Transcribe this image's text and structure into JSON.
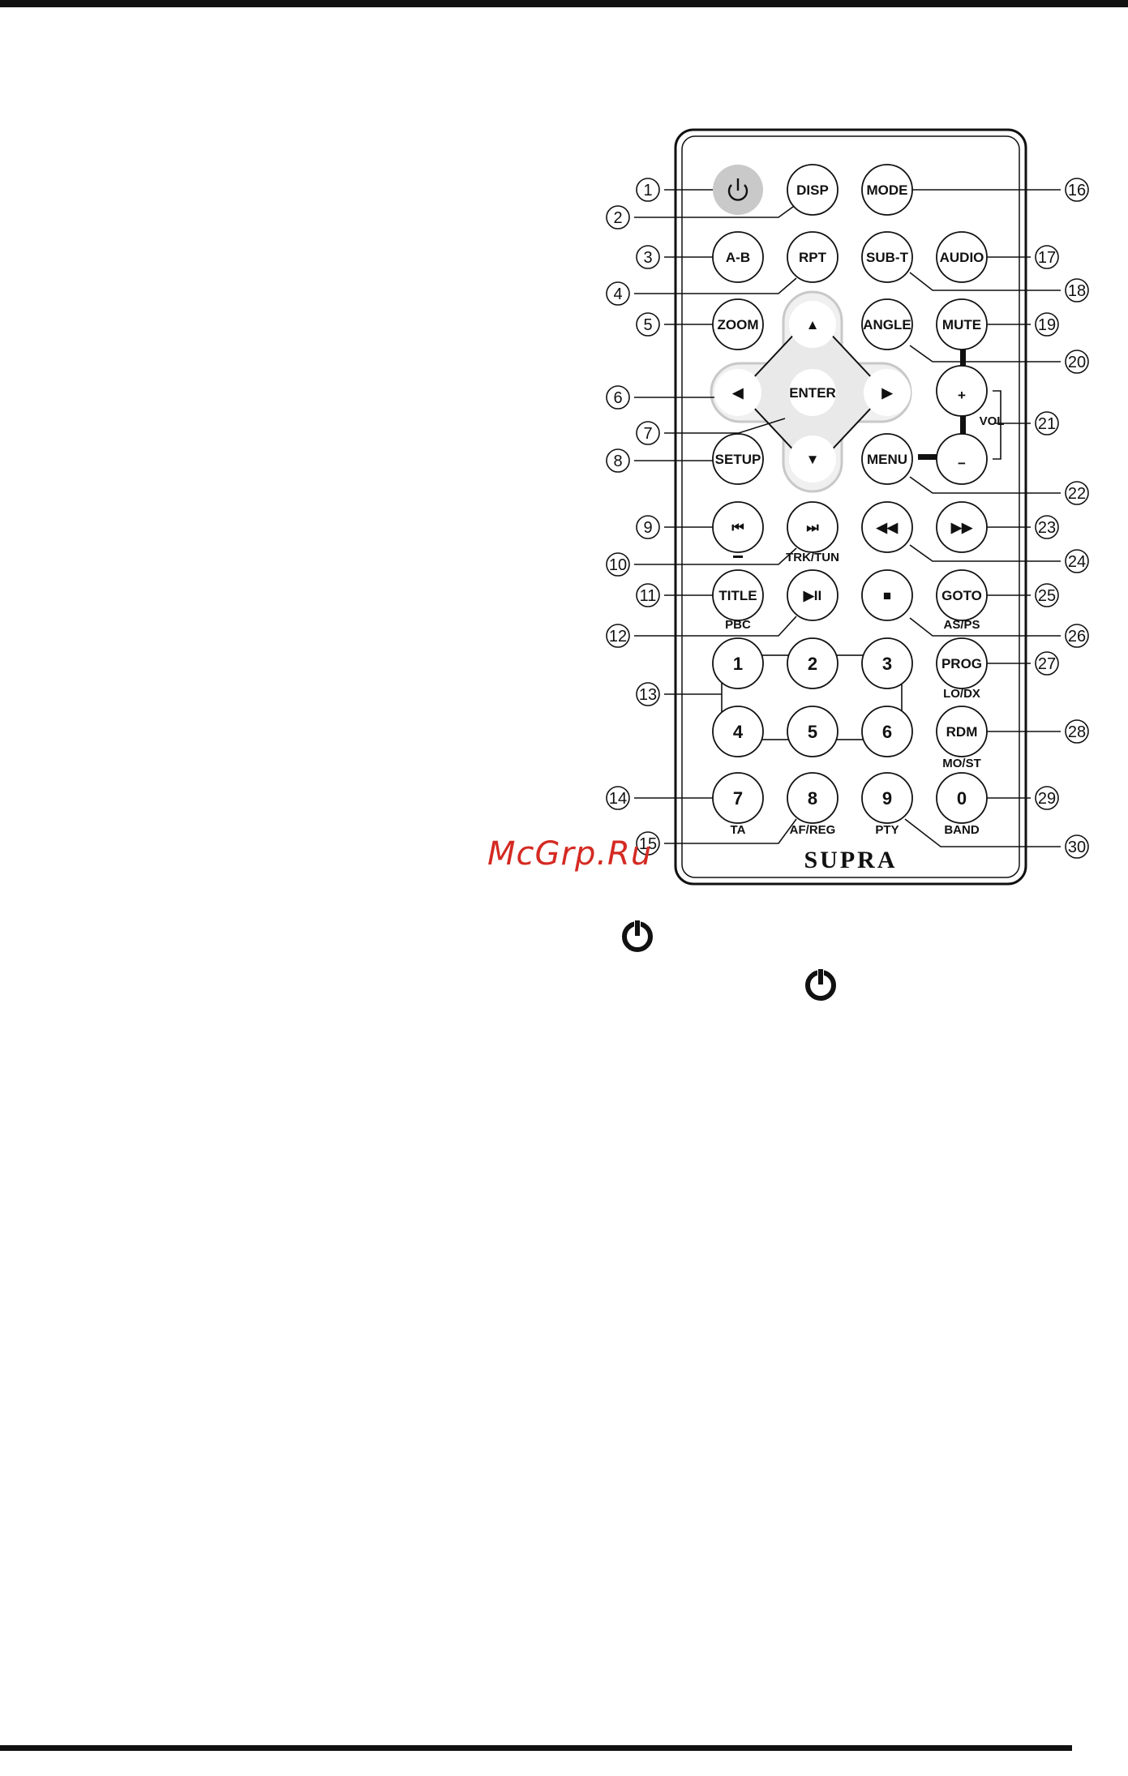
{
  "remote": {
    "brand": "SUPRA",
    "buttons": [
      {
        "id": "power",
        "label": "",
        "icon": "power-icon"
      },
      {
        "id": "disp",
        "label": "DISP"
      },
      {
        "id": "mode",
        "label": "MODE"
      },
      {
        "id": "a-b",
        "label": "A-B"
      },
      {
        "id": "rpt",
        "label": "RPT"
      },
      {
        "id": "sub-t",
        "label": "SUB-T"
      },
      {
        "id": "audio",
        "label": "AUDIO"
      },
      {
        "id": "zoom",
        "label": "ZOOM"
      },
      {
        "id": "angle",
        "label": "ANGLE"
      },
      {
        "id": "mute",
        "label": "MUTE"
      },
      {
        "id": "up",
        "label": "▲"
      },
      {
        "id": "left",
        "label": "◀"
      },
      {
        "id": "enter",
        "label": "ENTER"
      },
      {
        "id": "right",
        "label": "▶"
      },
      {
        "id": "down",
        "label": "▼"
      },
      {
        "id": "vol-plus",
        "label": "+"
      },
      {
        "id": "vol-minus",
        "label": "−"
      },
      {
        "id": "setup",
        "label": "SETUP"
      },
      {
        "id": "menu",
        "label": "MENU"
      },
      {
        "id": "prev",
        "label": "⏮"
      },
      {
        "id": "next",
        "label": "⏭"
      },
      {
        "id": "rew",
        "label": "◀◀"
      },
      {
        "id": "ff",
        "label": "▶▶"
      },
      {
        "id": "title",
        "label": "TITLE"
      },
      {
        "id": "play-pause",
        "label": "▶II"
      },
      {
        "id": "stop",
        "label": "■"
      },
      {
        "id": "goto",
        "label": "GOTO"
      },
      {
        "id": "d1",
        "label": "1"
      },
      {
        "id": "d2",
        "label": "2"
      },
      {
        "id": "d3",
        "label": "3"
      },
      {
        "id": "prog",
        "label": "PROG"
      },
      {
        "id": "d4",
        "label": "4"
      },
      {
        "id": "d5",
        "label": "5"
      },
      {
        "id": "d6",
        "label": "6"
      },
      {
        "id": "rdm",
        "label": "RDM"
      },
      {
        "id": "d7",
        "label": "7"
      },
      {
        "id": "d8",
        "label": "8"
      },
      {
        "id": "d9",
        "label": "9"
      },
      {
        "id": "d0",
        "label": "0"
      }
    ],
    "sub_labels": [
      "TRK/TUN",
      "PBC",
      "AS/PS",
      "LO/DX",
      "MO/ST",
      "TA",
      "AF/REG",
      "PTY",
      "BAND",
      "VOL"
    ],
    "callouts": [
      "1",
      "2",
      "3",
      "4",
      "5",
      "6",
      "7",
      "8",
      "9",
      "10",
      "11",
      "12",
      "13",
      "14",
      "15",
      "16",
      "17",
      "18",
      "19",
      "20",
      "21",
      "22",
      "23",
      "24",
      "25",
      "26",
      "27",
      "28",
      "29",
      "30"
    ]
  },
  "watermark": "McGrp.Ru",
  "icons": [
    "power-icon",
    "power-icon"
  ]
}
